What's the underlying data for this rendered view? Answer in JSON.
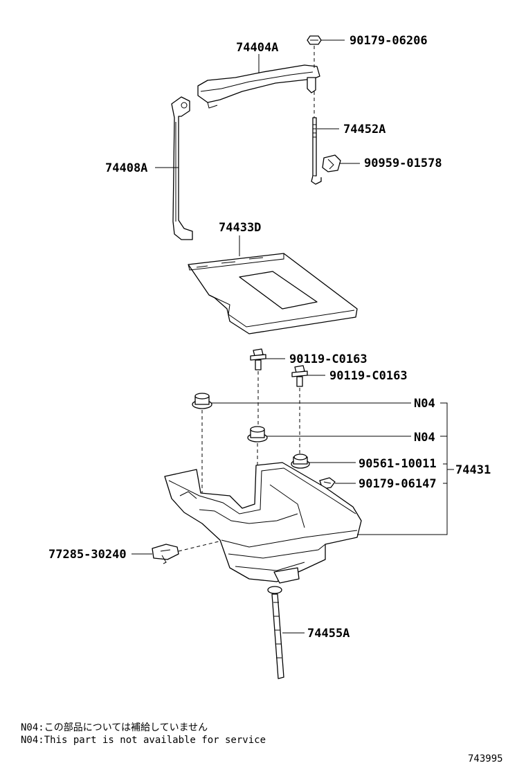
{
  "labels": {
    "p74404A": "74404A",
    "p90179_06206": "90179-06206",
    "p74452A": "74452A",
    "p90959_01578": "90959-01578",
    "p74408A": "74408A",
    "p74433D": "74433D",
    "p90119_C0163_a": "90119-C0163",
    "p90119_C0163_b": "90119-C0163",
    "n04_a": "N04",
    "n04_b": "N04",
    "p90561_10011": "90561-10011",
    "p90179_06147": "90179-06147",
    "p74431": "74431",
    "p77285_30240": "77285-30240",
    "p74455A": "74455A"
  },
  "notes": {
    "line1": "N04:この部品については補給していません",
    "line2": "N04:This part is not available for service"
  },
  "illustration_code": "743995"
}
